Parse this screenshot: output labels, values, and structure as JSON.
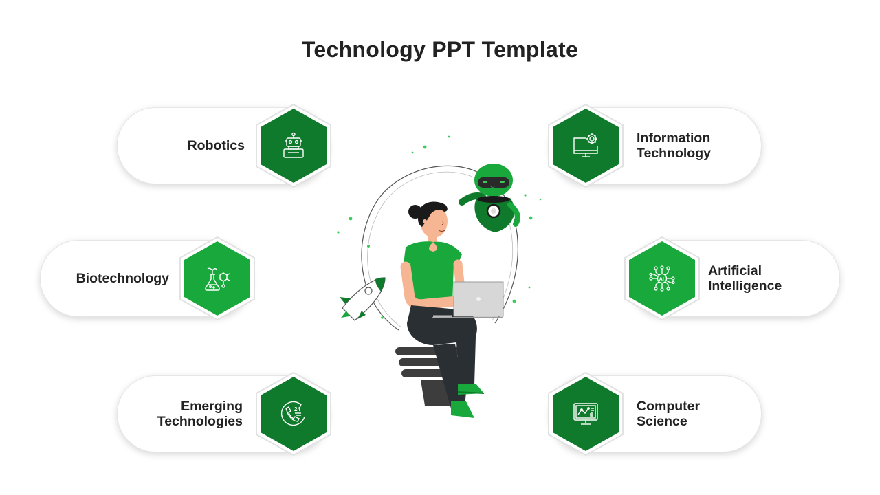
{
  "title": "Technology PPT Template",
  "colors": {
    "dark_green": "#0f7a2c",
    "light_green": "#19a83c",
    "text": "#222222",
    "pill_border": "#e6e6e6"
  },
  "items": [
    {
      "lines": [
        "Robotics"
      ],
      "icon": "robot-icon",
      "hex_color": "dark_green"
    },
    {
      "lines": [
        "Biotechnology"
      ],
      "icon": "flask-molecule-icon",
      "hex_color": "light_green"
    },
    {
      "lines": [
        "Emerging",
        "Technologies"
      ],
      "icon": "phone-24-hour-icon",
      "hex_color": "dark_green"
    },
    {
      "lines": [
        "Information",
        "Technology"
      ],
      "icon": "monitor-gear-icon",
      "hex_color": "dark_green"
    },
    {
      "lines": [
        "Artificial",
        "Intelligence"
      ],
      "icon": "ai-chip-icon",
      "hex_color": "light_green"
    },
    {
      "lines": [
        "Computer",
        "Science"
      ],
      "icon": "computer-screen-icon",
      "hex_color": "dark_green"
    }
  ],
  "illustration": {
    "icon": "woman-laptop-robot-illustration",
    "robot_face": "◡"
  }
}
